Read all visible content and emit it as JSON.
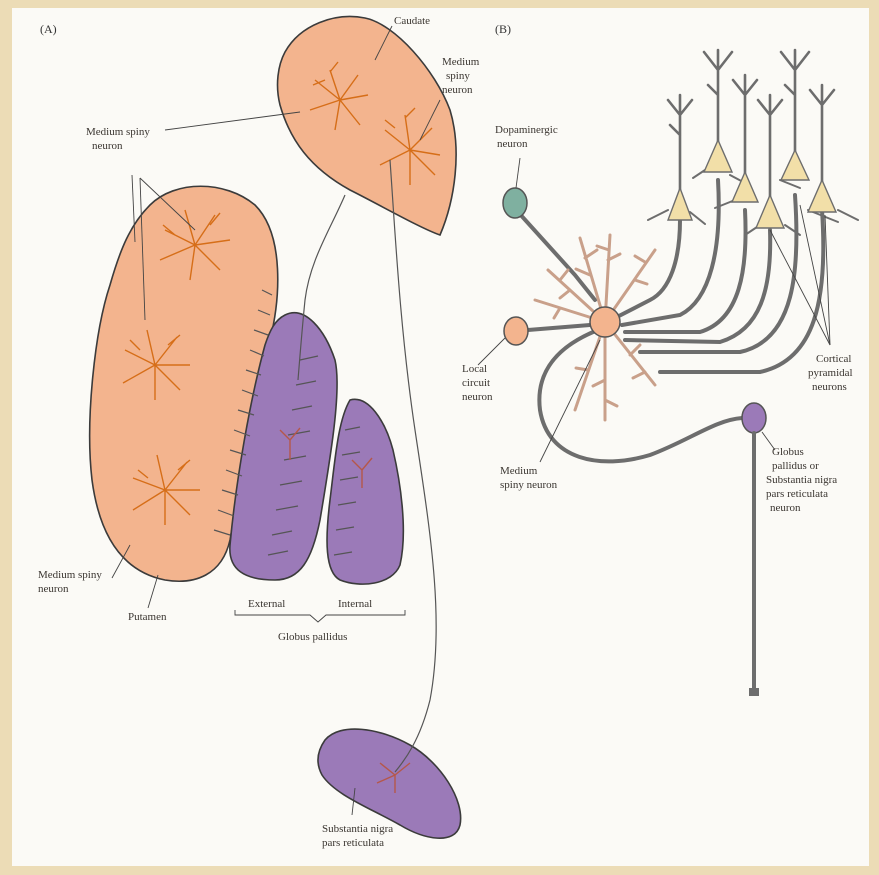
{
  "panels": {
    "a": "(A)",
    "b": "(B)"
  },
  "labels_a": {
    "caudate": "Caudate",
    "medium_spiny_caudate": [
      "Medium",
      "spiny",
      "neuron"
    ],
    "medium_spiny_top": [
      "Medium spiny",
      "neuron"
    ],
    "medium_spiny_bottom": [
      "Medium spiny",
      "neuron"
    ],
    "putamen": "Putamen",
    "external": "External",
    "internal": "Internal",
    "globus_pallidus": "Globus pallidus",
    "substantia_nigra": [
      "Substantia nigra",
      "pars reticulata"
    ]
  },
  "labels_b": {
    "dopaminergic": [
      "Dopaminergic",
      "neuron"
    ],
    "local_circuit": [
      "Local",
      "circuit",
      "neuron"
    ],
    "medium_spiny": [
      "Medium",
      "spiny neuron"
    ],
    "cortical_pyramidal": [
      "Cortical",
      "pyramidal",
      "neurons"
    ],
    "globus_snr": [
      "Globus",
      "pallidus or",
      "Substantia nigra",
      "pars reticulata",
      "neuron"
    ]
  },
  "colors": {
    "striatum": "#f3b48e",
    "pallidum": "#9b7ab8",
    "dopaminergic_soma": "#7fb0a0",
    "pyramidal_soma": "#f2dfa8",
    "axon": "#6d6d6d"
  }
}
